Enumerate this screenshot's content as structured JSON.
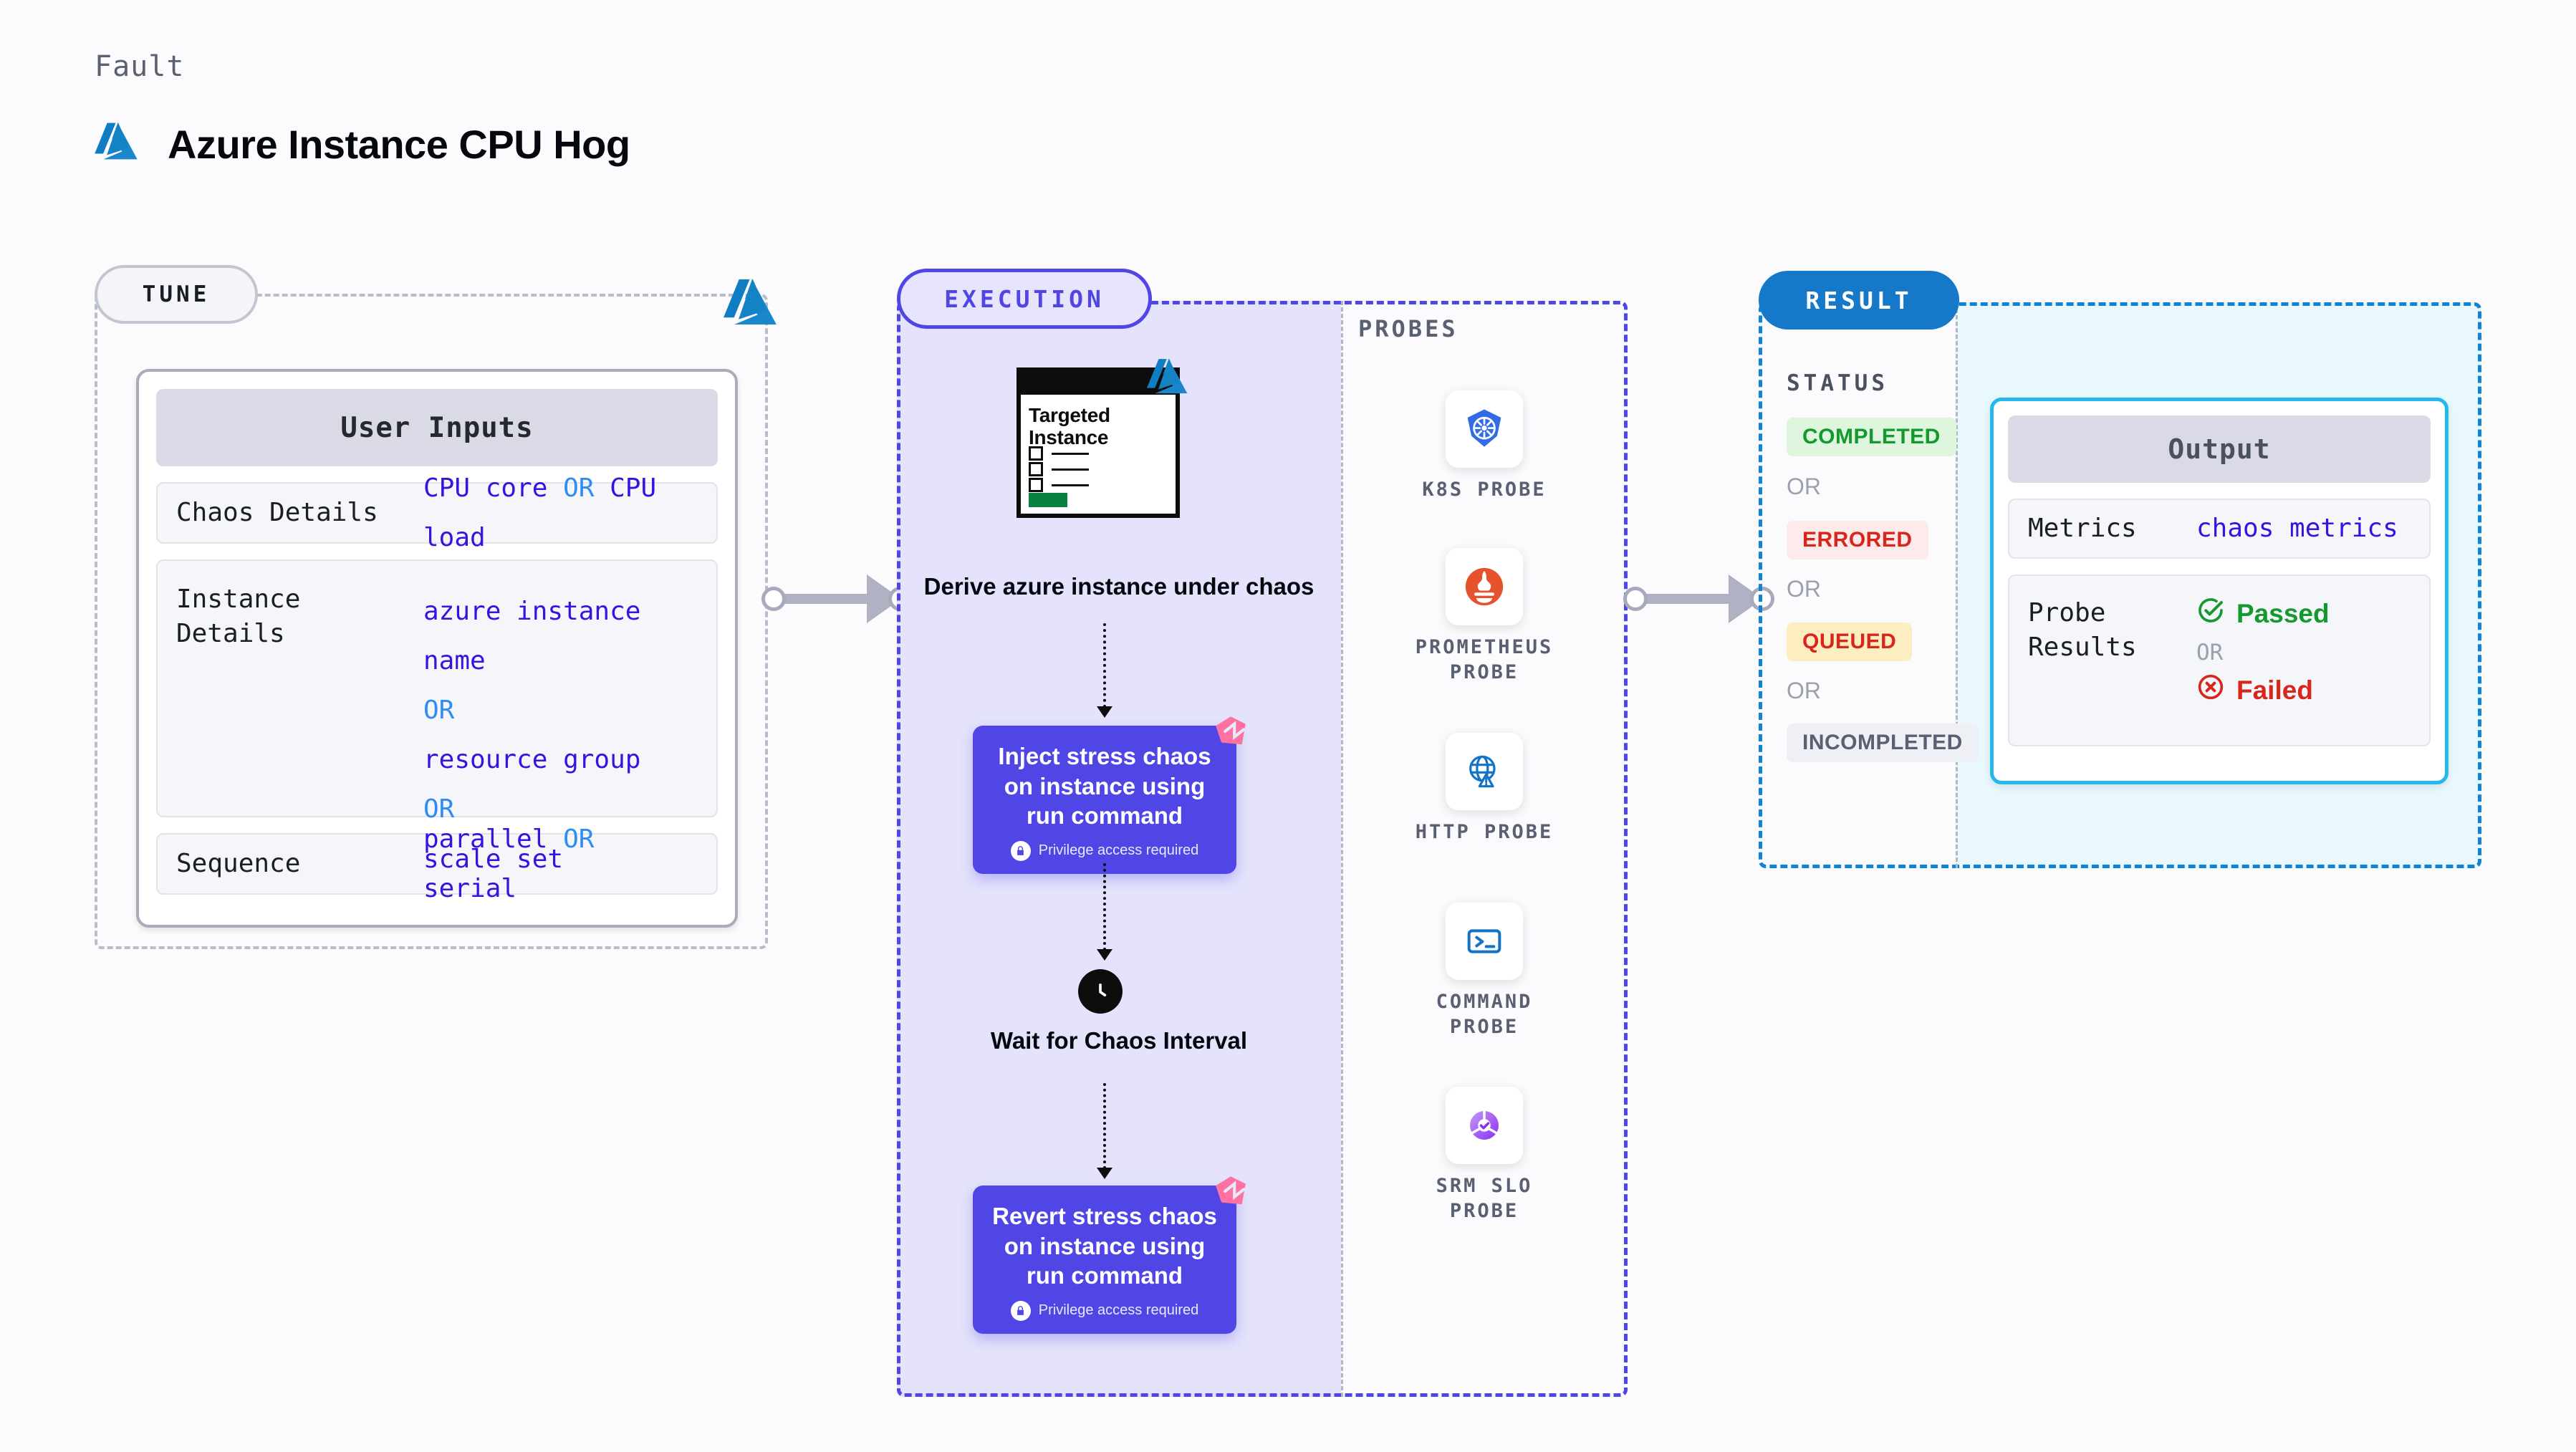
{
  "header": {
    "kicker": "Fault",
    "title": "Azure Instance CPU Hog",
    "logo_icon": "azure-logo-icon"
  },
  "tune": {
    "badge": "TUNE",
    "card_title": "User Inputs",
    "rows": [
      {
        "label": "Chaos Details",
        "values": [
          "CPU core",
          "OR",
          "CPU load"
        ],
        "inline": true
      },
      {
        "label": "Instance Details",
        "values": [
          "azure instance name",
          "OR",
          "resource group",
          "OR",
          "scale set"
        ],
        "inline": false
      },
      {
        "label": "Sequence",
        "values": [
          "parallel",
          "OR",
          "serial"
        ],
        "inline": true
      }
    ]
  },
  "execution": {
    "badge": "EXECUTION",
    "target_card": {
      "title_line1": "Targeted",
      "title_line2": "Instance",
      "logo_icon": "azure-logo-icon"
    },
    "target_caption": "Derive azure instance under chaos",
    "inject": {
      "title": "Inject stress chaos on instance using run command",
      "note": "Privilege access required",
      "badge_icon": "litmus-chaos-icon",
      "lock_icon": "lock-icon"
    },
    "wait": {
      "caption": "Wait for Chaos Interval",
      "icon": "clock-icon"
    },
    "revert": {
      "title": "Revert stress chaos on instance using run command",
      "note": "Privilege access required",
      "badge_icon": "litmus-chaos-icon",
      "lock_icon": "lock-icon"
    }
  },
  "probes": {
    "label": "PROBES",
    "items": [
      {
        "caption": "K8S PROBE",
        "icon": "kubernetes-icon"
      },
      {
        "caption": "PROMETHEUS PROBE",
        "icon": "prometheus-icon"
      },
      {
        "caption": "HTTP PROBE",
        "icon": "http-globe-warning-icon"
      },
      {
        "caption": "COMMAND PROBE",
        "icon": "terminal-icon"
      },
      {
        "caption": "SRM SLO PROBE",
        "icon": "srm-slo-donut-icon"
      }
    ]
  },
  "result": {
    "badge": "RESULT",
    "status_label": "STATUS",
    "or_label": "OR",
    "statuses": [
      {
        "text": "COMPLETED",
        "color": "#14992f",
        "bg": "#ddf6dd"
      },
      {
        "text": "ERRORED",
        "color": "#d9261c",
        "bg": "#fdeaea"
      },
      {
        "text": "QUEUED",
        "color": "#d9261c",
        "bg": "#fdeec2"
      },
      {
        "text": "INCOMPLETED",
        "color": "#5a6072",
        "bg": "#eff0f5"
      }
    ],
    "output": {
      "title": "Output",
      "metrics_label": "Metrics",
      "metrics_value": "chaos metrics",
      "probe_label": "Probe Results",
      "passed": "Passed",
      "failed": "Failed",
      "or_label": "OR",
      "passed_icon": "check-circle-icon",
      "failed_icon": "x-circle-icon"
    }
  },
  "colors": {
    "accent_purple": "#4f46e5",
    "accent_blue": "#1678c8",
    "azure_blue": "#0f7dc2",
    "chaos_pink": "#ff71a0",
    "value_blue": "#3712e0",
    "or_blue": "#2f8cf5",
    "pass_green": "#14992f",
    "fail_red": "#d9261c"
  }
}
